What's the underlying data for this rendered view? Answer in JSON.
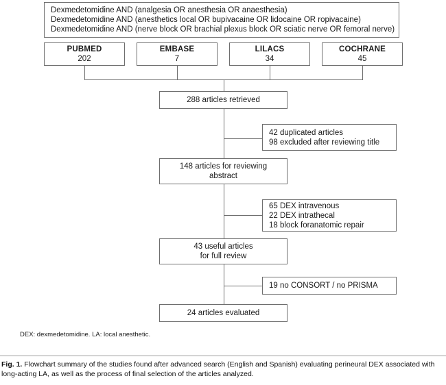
{
  "figure": {
    "query_box": {
      "lines": [
        "Dexmedetomidine AND (analgesia OR anesthesia OR anaesthesia)",
        "Dexmedetomidine AND (anesthetics local OR bupivacaine OR lidocaine OR ropivacaine)",
        "Dexmedetomidine AND (nerve block OR brachial plexus block OR sciatic nerve OR femoral nerve)"
      ]
    },
    "databases": [
      {
        "name": "PUBMED",
        "count": "202"
      },
      {
        "name": "EMBASE",
        "count": "7"
      },
      {
        "name": "LILACS",
        "count": "34"
      },
      {
        "name": "COCHRANE",
        "count": "45"
      }
    ],
    "flow_boxes": [
      {
        "id": "retrieved",
        "lines": [
          "288 articles retrieved"
        ]
      },
      {
        "id": "abstract-review",
        "lines": [
          "148 articles for reviewing",
          "abstract"
        ]
      },
      {
        "id": "full-review",
        "lines": [
          "43 useful articles",
          "for full review"
        ]
      },
      {
        "id": "evaluated",
        "lines": [
          "24 articles evaluated"
        ]
      }
    ],
    "exclusion_boxes": [
      {
        "id": "duplicates-excluded",
        "lines": [
          "42 duplicated articles",
          "98 excluded after reviewing title"
        ]
      },
      {
        "id": "dex-route-excluded",
        "lines": [
          "65 DEX intravenous",
          "22 DEX intrathecal",
          "18 block foranatomic repair"
        ]
      },
      {
        "id": "consort-prisma-excluded",
        "lines": [
          "19 no CONSORT / no PRISMA"
        ]
      }
    ],
    "footnote": "DEX: dexmedetomidine. LA: local anesthetic.",
    "caption": {
      "label": "Fig. 1.",
      "text": "Flowchart summary of the studies found after advanced search (English and Spanish) evaluating perineural DEX associated with long-acting LA, as well as the process of final selection of the articles analyzed."
    }
  }
}
